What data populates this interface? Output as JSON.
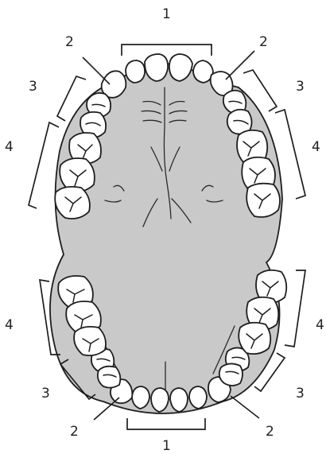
{
  "labels": {
    "incisors": "1",
    "canines": "2",
    "premolars": "3",
    "molars": "4"
  },
  "colors": {
    "palate_fill": "#c9c9c9",
    "tooth_fill": "#ffffff",
    "outline": "#1e1e1e"
  }
}
